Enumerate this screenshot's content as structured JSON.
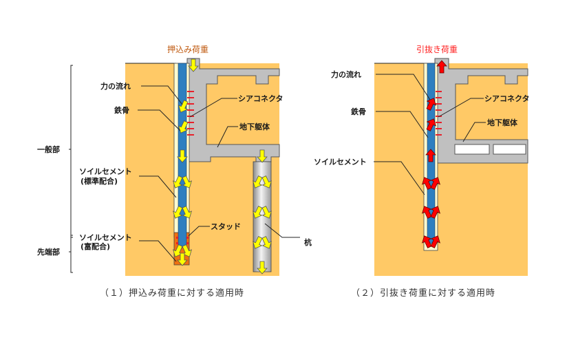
{
  "colors": {
    "soil": "#FFC966",
    "soil_cement": "#FFFBD0",
    "steel": "#2E7FC0",
    "concrete": "#C0C0C0",
    "rich_mix": "#F07010",
    "push_arrow": "#FFFF00",
    "pull_arrow": "#FF0000",
    "push_title": "#C05A10",
    "pull_title": "#FF2020",
    "shear_connector": "#E8202A"
  },
  "side": {
    "general": "一般部",
    "tip": "先端部"
  },
  "panel1": {
    "load_title": "押込み荷重",
    "labels": {
      "force_flow": "力の流れ",
      "steel": "鉄骨",
      "shear_connector": "シアコネクタ",
      "underground_structure": "地下躯体",
      "soil_cement_std_1": "ソイルセメント",
      "soil_cement_std_2": "(標準配合)",
      "soil_cement_rich_1": "ソイルセメント",
      "soil_cement_rich_2": "(富配合)",
      "stud": "スタッド",
      "pile": "杭"
    },
    "caption": "（１）押込み荷重に対する適用時"
  },
  "panel2": {
    "load_title": "引抜き荷重",
    "labels": {
      "force_flow": "力の流れ",
      "steel": "鉄骨",
      "shear_connector": "シアコネクタ",
      "underground_structure": "地下躯体",
      "soil_cement": "ソイルセメント"
    },
    "caption": "（２）引抜き荷重に対する適用時"
  }
}
